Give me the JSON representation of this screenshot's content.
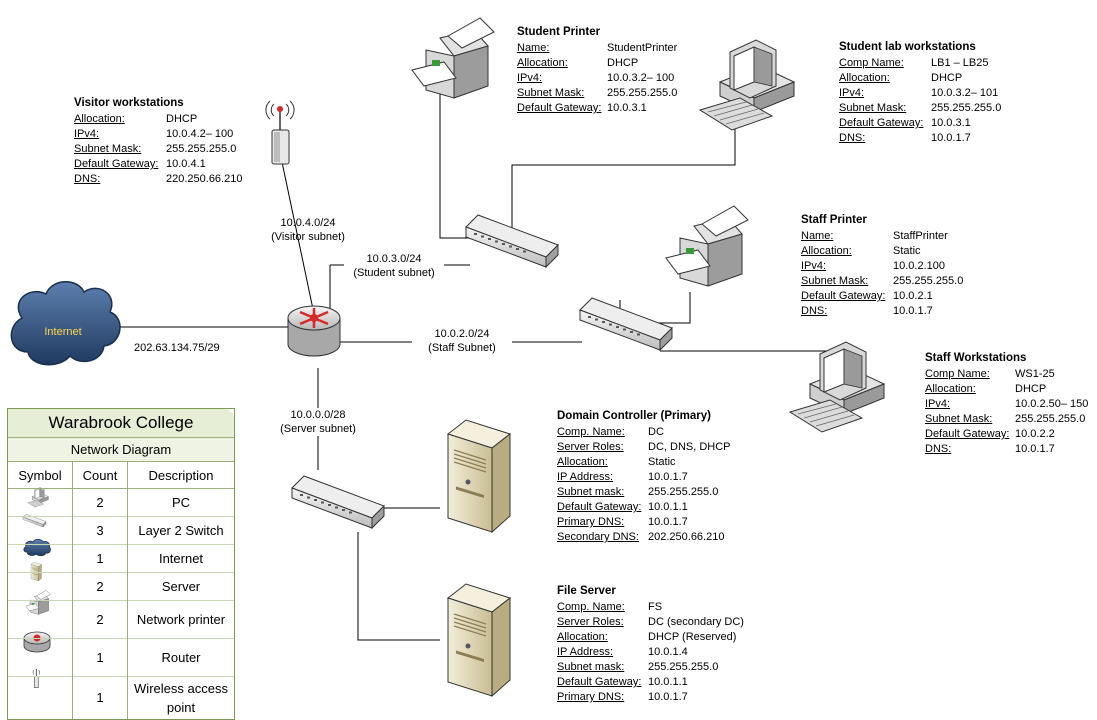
{
  "internet": {
    "label": "Internet"
  },
  "links": {
    "wan": "202.63.134.75/29",
    "visitor": {
      "net": "10.0.4.0/24",
      "name": "(Visitor subnet)"
    },
    "student": {
      "net": "10.0.3.0/24",
      "name": "(Student subnet)"
    },
    "staff": {
      "net": "10.0.2.0/24",
      "name": "(Staff Subnet)"
    },
    "server": {
      "net": "10.0.0.0/28",
      "name": "(Server subnet)"
    }
  },
  "visitor": {
    "title": "Visitor workstations",
    "rows": [
      {
        "k": "Allocation:",
        "v": "DHCP"
      },
      {
        "k": "IPv4:",
        "v": "10.0.4.2– 100"
      },
      {
        "k": "Subnet Mask:",
        "v": "255.255.255.0"
      },
      {
        "k": "Default Gateway:",
        "v": "10.0.4.1"
      },
      {
        "k": "DNS:",
        "v": "220.250.66.210"
      }
    ]
  },
  "student_printer": {
    "title": "Student Printer",
    "rows": [
      {
        "k": "Name:",
        "v": "StudentPrinter"
      },
      {
        "k": "Allocation:",
        "v": "DHCP"
      },
      {
        "k": "IPv4:",
        "v": "10.0.3.2– 100"
      },
      {
        "k": "Subnet Mask:",
        "v": "255.255.255.0"
      },
      {
        "k": "Default Gateway:",
        "v": "10.0.3.1"
      }
    ]
  },
  "student_lab": {
    "title": "Student lab workstations",
    "rows": [
      {
        "k": "Comp Name:",
        "v": "LB1 – LB25"
      },
      {
        "k": "Allocation:",
        "v": "DHCP"
      },
      {
        "k": "IPv4:",
        "v": "10.0.3.2– 101"
      },
      {
        "k": "Subnet Mask:",
        "v": "255.255.255.0"
      },
      {
        "k": "Default Gateway:",
        "v": "10.0.3.1"
      },
      {
        "k": "DNS:",
        "v": "10.0.1.7"
      }
    ]
  },
  "staff_printer": {
    "title": "Staff Printer",
    "rows": [
      {
        "k": "Name:",
        "v": "StaffPrinter"
      },
      {
        "k": "Allocation:",
        "v": "Static"
      },
      {
        "k": "IPv4:",
        "v": "10.0.2.100"
      },
      {
        "k": "Subnet Mask:",
        "v": "255.255.255.0"
      },
      {
        "k": "Default Gateway:",
        "v": "10.0.2.1"
      },
      {
        "k": "DNS:",
        "v": "10.0.1.7"
      }
    ]
  },
  "staff_ws": {
    "title": "Staff Workstations",
    "rows": [
      {
        "k": "Comp Name:",
        "v": "WS1-25"
      },
      {
        "k": "Allocation:",
        "v": "DHCP"
      },
      {
        "k": "IPv4:",
        "v": "10.0.2.50– 150"
      },
      {
        "k": "Subnet Mask:",
        "v": "255.255.255.0"
      },
      {
        "k": "Default Gateway:",
        "v": "10.0.2.2"
      },
      {
        "k": "DNS:",
        "v": "10.0.1.7"
      }
    ]
  },
  "dc": {
    "title": "Domain Controller (Primary)",
    "rows": [
      {
        "k": "Comp. Name:",
        "v": "DC"
      },
      {
        "k": "Server Roles:",
        "v": "DC, DNS, DHCP"
      },
      {
        "k": "Allocation:",
        "v": "Static"
      },
      {
        "k": "IP Address:",
        "v": "10.0.1.7"
      },
      {
        "k": "Subnet mask:",
        "v": "255.255.255.0"
      },
      {
        "k": "Default Gateway:",
        "v": "10.0.1.1"
      },
      {
        "k": "Primary DNS:",
        "v": "10.0.1.7"
      },
      {
        "k": "Secondary DNS:",
        "v": "202.250.66.210"
      }
    ]
  },
  "fs": {
    "title": "File Server",
    "rows": [
      {
        "k": "Comp. Name:",
        "v": "FS"
      },
      {
        "k": "Server Roles:",
        "v": "DC (secondary DC)"
      },
      {
        "k": "Allocation:",
        "v": "DHCP (Reserved)"
      },
      {
        "k": "IP Address:",
        "v": "10.0.1.4"
      },
      {
        "k": "Subnet mask:",
        "v": "255.255.255.0"
      },
      {
        "k": "Default Gateway:",
        "v": "10.0.1.1"
      },
      {
        "k": "Primary DNS:",
        "v": "10.0.1.7"
      }
    ]
  },
  "legend": {
    "title": "Warabrook College",
    "subtitle": "Network Diagram",
    "headers": {
      "symbol": "Symbol",
      "count": "Count",
      "description": "Description"
    },
    "rows": [
      {
        "icon": "pc-icon",
        "count": "2",
        "desc": "PC"
      },
      {
        "icon": "switch-icon",
        "count": "3",
        "desc": "Layer 2 Switch"
      },
      {
        "icon": "cloud-icon",
        "count": "1",
        "desc": "Internet"
      },
      {
        "icon": "server-icon",
        "count": "2",
        "desc": "Server"
      },
      {
        "icon": "printer-icon",
        "count": "2",
        "desc": "Network printer"
      },
      {
        "icon": "router-icon",
        "count": "1",
        "desc": "Router"
      },
      {
        "icon": "wireless-ap-icon",
        "count": "1",
        "desc": "Wireless access point"
      }
    ]
  },
  "colors": {
    "cloud": "#2b4a73",
    "router_red": "#d62828",
    "server_beige": "#e8dfc2",
    "legend_border": "#7d9a55",
    "legend_fill": "#e6eed5"
  }
}
